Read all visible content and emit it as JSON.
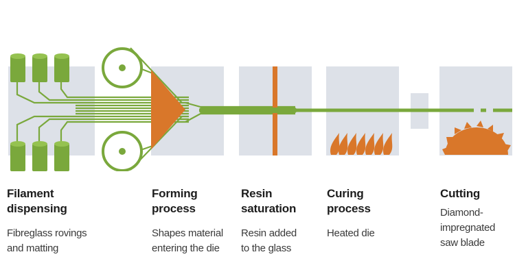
{
  "colors": {
    "green": "#7aa83c",
    "green_dark": "#5f8a2a",
    "orange": "#d9772a",
    "panel": "#dde1e8",
    "text": "#1c1c1c"
  },
  "stages": [
    {
      "title_line1": "Filament",
      "title_line2": "dispensing",
      "desc_line1": "Fibreglass rovings",
      "desc_line2": "and matting",
      "desc_line3": ""
    },
    {
      "title_line1": "Forming",
      "title_line2": "process",
      "desc_line1": "Shapes material",
      "desc_line2": "entering the die",
      "desc_line3": ""
    },
    {
      "title_line1": "Resin",
      "title_line2": "saturation",
      "desc_line1": "Resin added",
      "desc_line2": "to the glass",
      "desc_line3": ""
    },
    {
      "title_line1": "Curing",
      "title_line2": "process",
      "desc_line1": "Heated die",
      "desc_line2": "",
      "desc_line3": ""
    },
    {
      "title_line1": "Cutting",
      "title_line2": "",
      "desc_line1": "Diamond-",
      "desc_line2": "impregnated",
      "desc_line3": "saw blade"
    }
  ]
}
